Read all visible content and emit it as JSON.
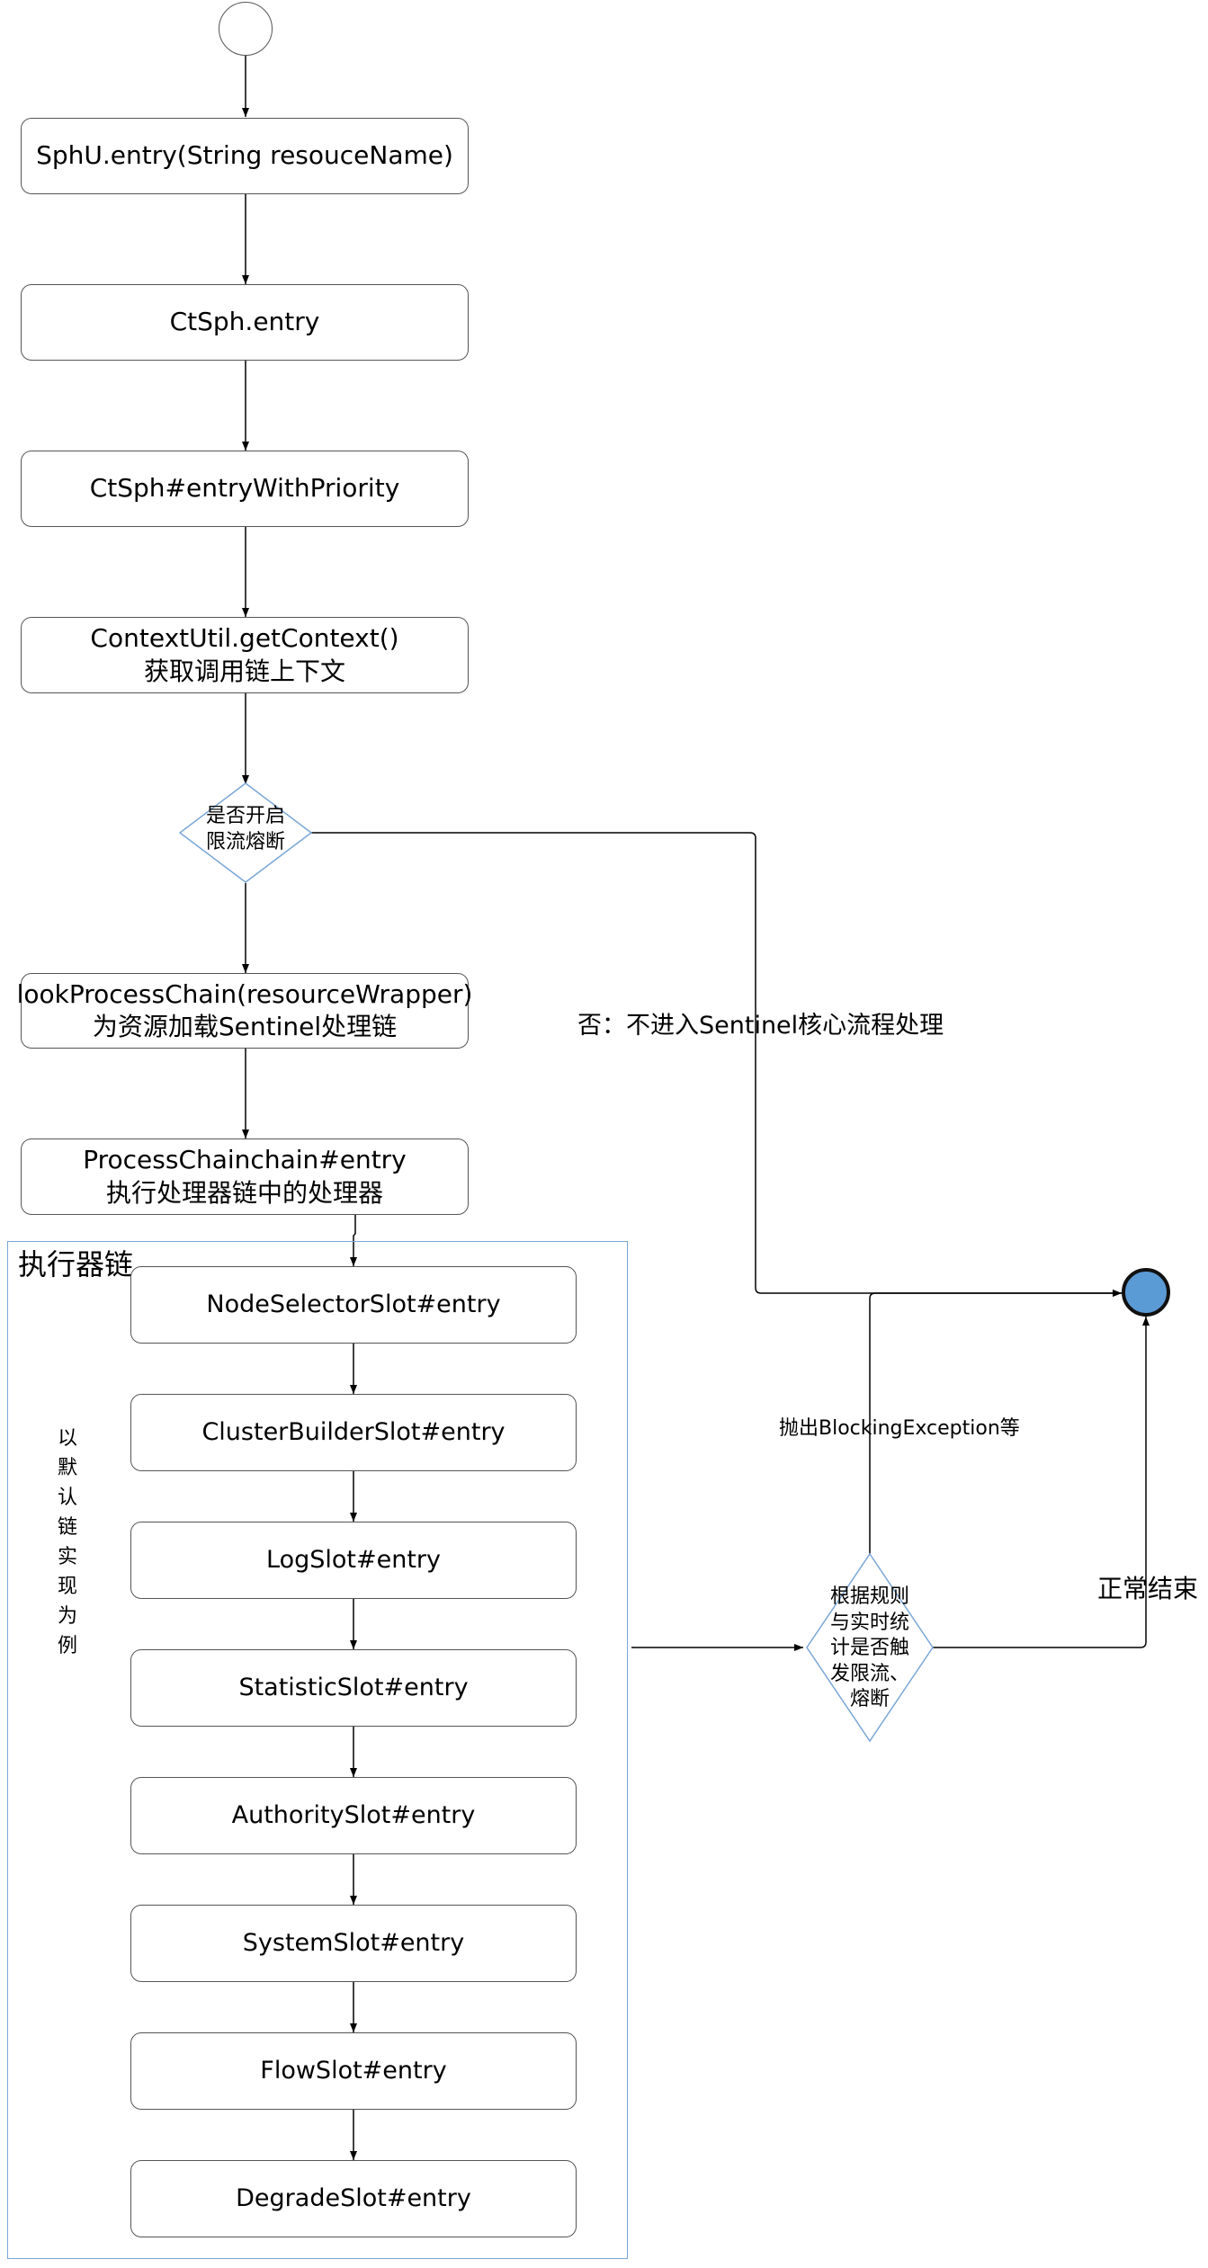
{
  "flow": {
    "step1": "SphU.entry(String resouceName)",
    "step2": "CtSph.entry",
    "step3": "CtSph#entryWithPriority",
    "step4_line1": "ContextUtil.getContext()",
    "step4_line2": "获取调用链上下文",
    "decision1_line1": "是否开启",
    "decision1_line2": "限流熔断",
    "step5_line1": "lookProcessChain(resourceWrapper)",
    "step5_line2": "为资源加载Sentinel处理链",
    "step6_line1": "ProcessChainchain#entry",
    "step6_line2": "执行处理器链中的处理器"
  },
  "chain": {
    "title": "执行器链",
    "vertical_note": [
      "以",
      "默",
      "认",
      "链",
      "实",
      "现",
      "为",
      "例"
    ],
    "slots": [
      "NodeSelectorSlot#entry",
      "ClusterBuilderSlot#entry",
      "LogSlot#entry",
      "StatisticSlot#entry",
      "AuthoritySlot#entry",
      "SystemSlot#entry",
      "FlowSlot#entry",
      "DegradeSlot#entry"
    ]
  },
  "decision2": {
    "lines": [
      "根据规则",
      "与实时统",
      "计是否触",
      "发限流、",
      "熔断"
    ]
  },
  "labels": {
    "no_branch": "否：不进入Sentinel核心流程处理",
    "blocking": "抛出BlockingException等",
    "normal_end": "正常结束"
  },
  "colors": {
    "end_fill": "#5b9bd5",
    "chain_border": "#7aa6d6"
  }
}
